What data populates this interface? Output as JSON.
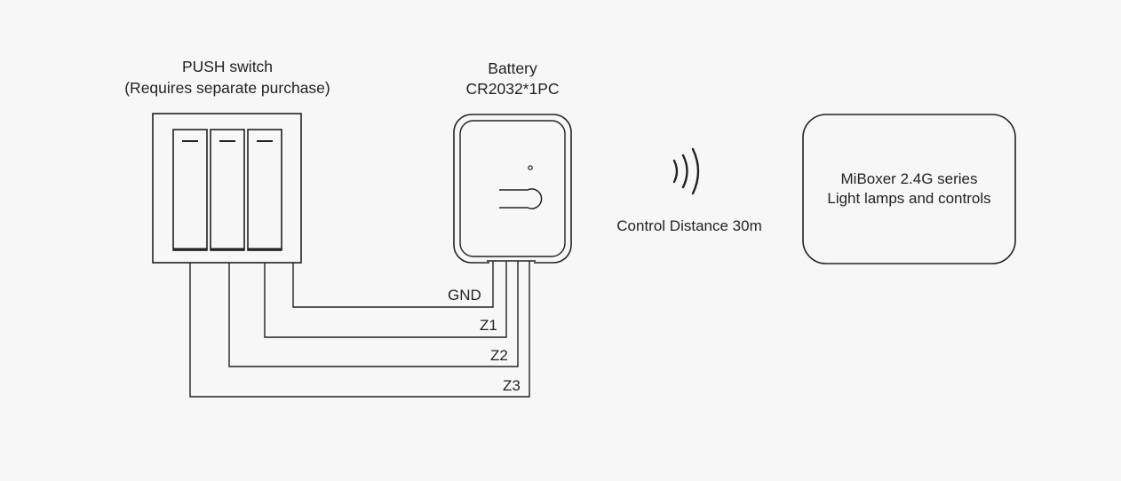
{
  "switch": {
    "title": "PUSH switch",
    "subtitle": "(Requires separate purchase)"
  },
  "battery": {
    "title": "Battery",
    "subtitle": "CR2032*1PC"
  },
  "signal": {
    "distance_label": "Control Distance 30m"
  },
  "receiver": {
    "line1": "MiBoxer 2.4G series",
    "line2": "Light lamps and controls"
  },
  "wires": [
    "GND",
    "Z1",
    "Z2",
    "Z3"
  ],
  "colors": {
    "background": "#f7f7f7",
    "line": "#222222"
  }
}
